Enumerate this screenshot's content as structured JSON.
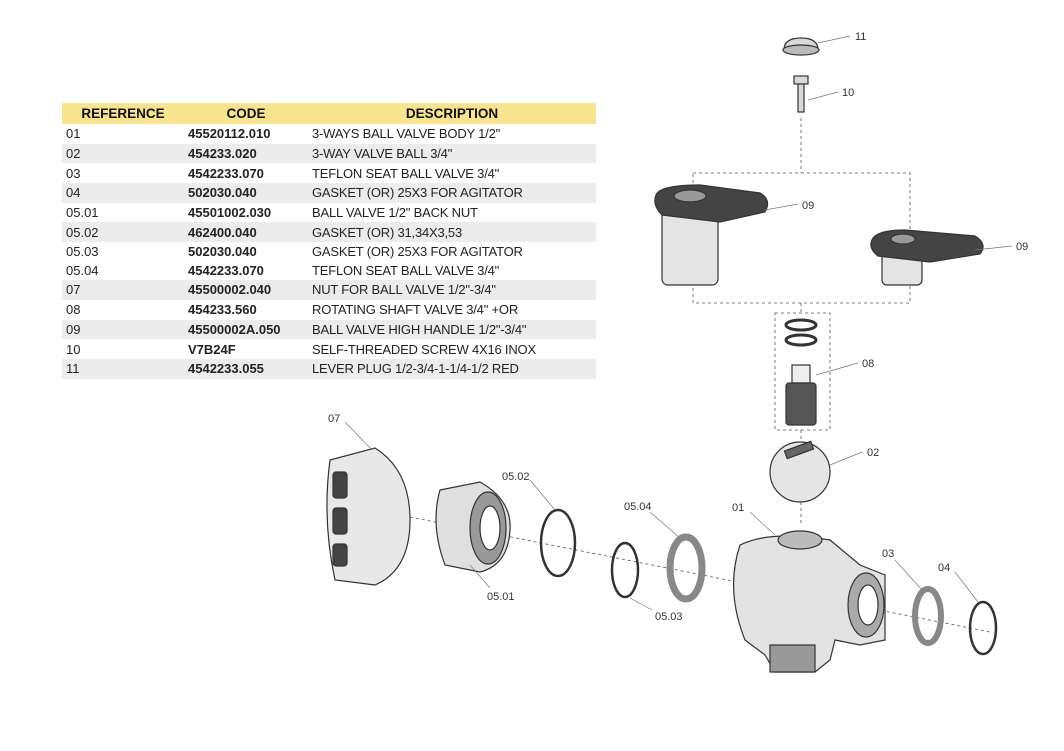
{
  "table": {
    "headers": {
      "reference": "REFERENCE",
      "code": "CODE",
      "description": "DESCRIPTION"
    },
    "rows": [
      {
        "ref": "01",
        "code": "45520112.010",
        "desc": "3-WAYS BALL VALVE BODY 1/2\""
      },
      {
        "ref": "02",
        "code": "454233.020",
        "desc": "3-WAY VALVE BALL 3/4\""
      },
      {
        "ref": "03",
        "code": "4542233.070",
        "desc": "TEFLON SEAT BALL VALVE 3/4\""
      },
      {
        "ref": "04",
        "code": "502030.040",
        "desc": "GASKET (OR) 25X3 FOR AGITATOR"
      },
      {
        "ref": "05.01",
        "code": "45501002.030",
        "desc": "BALL VALVE 1/2\" BACK NUT"
      },
      {
        "ref": "05.02",
        "code": "462400.040",
        "desc": "GASKET (OR) 31,34X3,53"
      },
      {
        "ref": "05.03",
        "code": "502030.040",
        "desc": "GASKET (OR) 25X3 FOR AGITATOR",
        "ref2": "05.04",
        "code2": "4542233.070",
        "desc2": "TEFLON SEAT BALL VALVE 3/4\""
      },
      {
        "ref": "07",
        "code": "45500002.040",
        "desc": "NUT FOR BALL VALVE 1/2\"-3/4\""
      },
      {
        "ref": "08",
        "code": "454233.560",
        "desc": "ROTATING SHAFT VALVE 3/4\" +OR"
      },
      {
        "ref": "09",
        "code": "45500002A.050",
        "desc": "BALL VALVE HIGH HANDLE 1/2\"-3/4\""
      },
      {
        "ref": "10",
        "code": "V7B24F",
        "desc": "SELF-THREADED SCREW 4X16 INOX"
      },
      {
        "ref": "11",
        "code": "4542233.055",
        "desc": "LEVER PLUG 1/2-3/4-1-1/4-1/2 RED"
      }
    ]
  },
  "diagram": {
    "callouts": {
      "c11": "11",
      "c10": "10",
      "c09a": "09",
      "c09b": "09",
      "c08": "08",
      "c02": "02",
      "c07": "07",
      "c0502": "05.02",
      "c0504": "05.04",
      "c01": "01",
      "c03": "03",
      "c04": "04",
      "c0501": "05.01",
      "c0503": "05.03"
    },
    "colors": {
      "header": "#f8e38f",
      "stripe": "#ececec",
      "part_fill": "#d9d9d9",
      "part_stroke": "#333333"
    }
  }
}
